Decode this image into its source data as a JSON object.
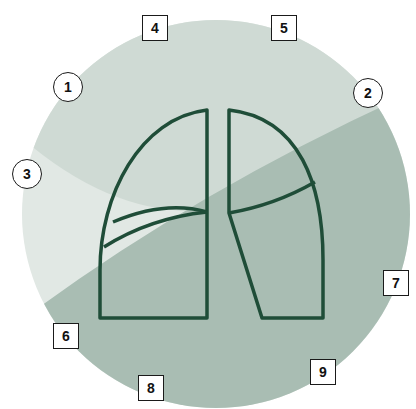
{
  "diagram": {
    "nodes": [
      {
        "text": [
          "4"
        ]
      },
      {
        "text": [
          "5"
        ]
      },
      {
        "text": [
          "1"
        ]
      },
      {
        "text": [
          "2"
        ]
      },
      {
        "text": [
          "3"
        ]
      },
      {
        "text": [
          "7"
        ]
      },
      {
        "text": [
          "6"
        ]
      },
      {
        "text": [
          "9"
        ]
      },
      {
        "text": [
          "8"
        ]
      }
    ]
  }
}
